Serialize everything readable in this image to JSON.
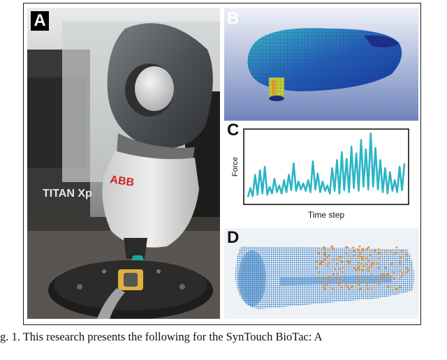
{
  "figure": {
    "panels": [
      {
        "letter": "A",
        "monitor_text": "TITAN Xp",
        "robot_logo": "ABB"
      },
      {
        "letter": "B"
      },
      {
        "letter": "C",
        "xlabel": "Time step",
        "ylabel": "Force"
      },
      {
        "letter": "D"
      }
    ],
    "caption": "g. 1.    This research presents the following for the SynTouch BioTac: A"
  },
  "chart_data": {
    "type": "line",
    "xlabel": "Time step",
    "ylabel": "Force",
    "series": [
      {
        "color": "#2bb5c4",
        "values": [
          0.05,
          0.18,
          0.06,
          0.38,
          0.08,
          0.45,
          0.1,
          0.5,
          0.08,
          0.2,
          0.1,
          0.32,
          0.12,
          0.22,
          0.1,
          0.3,
          0.12,
          0.38,
          0.15,
          0.55,
          0.14,
          0.28,
          0.16,
          0.25,
          0.14,
          0.3,
          0.12,
          0.58,
          0.16,
          0.4,
          0.12,
          0.28,
          0.14,
          0.22,
          0.1,
          0.48,
          0.14,
          0.6,
          0.1,
          0.72,
          0.15,
          0.62,
          0.12,
          0.8,
          0.18,
          0.7,
          0.14,
          0.9,
          0.2,
          0.76,
          0.16,
          1.0,
          0.2,
          0.78,
          0.16,
          0.6,
          0.12,
          0.48,
          0.1,
          0.42,
          0.14,
          0.3,
          0.12,
          0.5,
          0.15,
          0.55
        ]
      }
    ]
  }
}
